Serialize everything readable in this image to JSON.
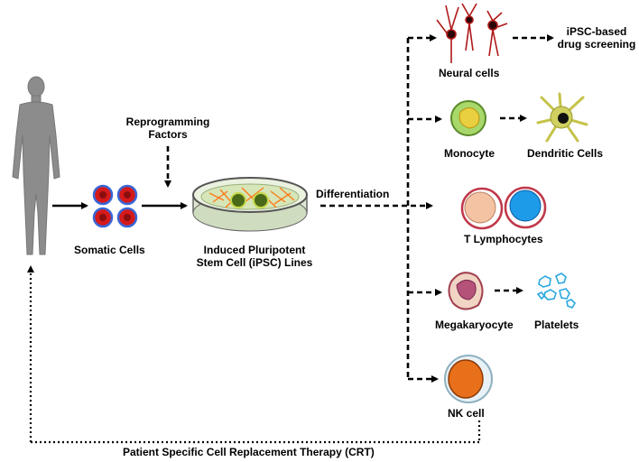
{
  "labels": {
    "reprogramming_line1": "Reprogramming",
    "reprogramming_line2": "Factors",
    "somatic_cells": "Somatic Cells",
    "ipsc_line1": "Induced Pluripotent",
    "ipsc_line2": "Stem Cell (iPSC) Lines",
    "differentiation": "Differentiation",
    "neural_cells": "Neural cells",
    "drug_screening_line1": "iPSC-based",
    "drug_screening_line2": "drug screening",
    "monocyte": "Monocyte",
    "dendritic_cells": "Dendritic Cells",
    "t_lymphocytes": "T Lymphocytes",
    "megakaryocyte": "Megakaryocyte",
    "platelets": "Platelets",
    "nk_cell": "NK cell",
    "crt": "Patient Specific Cell Replacement Therapy (CRT)"
  },
  "colors": {
    "human_silhouette": "#8c8c8c",
    "somatic_cell": "#d61a1a",
    "neural_cell": "#b01818",
    "monocyte": "#8bc34a",
    "t_cell_left": "#f4c3a3",
    "t_cell_right": "#1e9be8",
    "megakaryocyte": "#b5527a",
    "platelet": "#5bc8f0",
    "nk_cell": "#e8701a",
    "ipsc_colony": "#ff7a1a"
  }
}
